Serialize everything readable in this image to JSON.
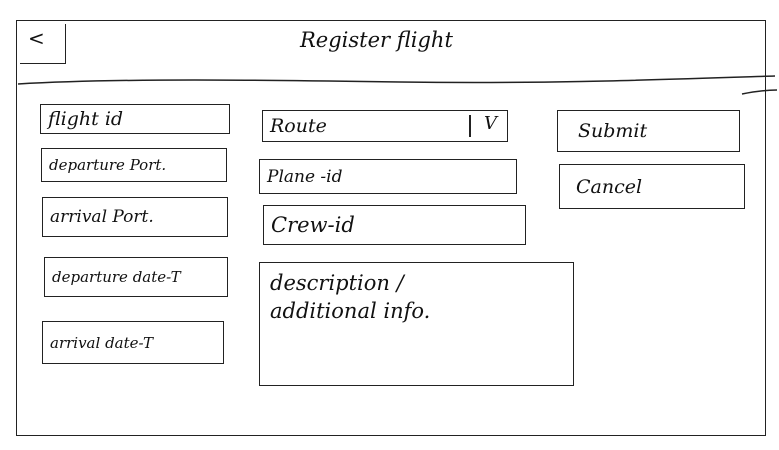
{
  "window": {
    "title": "Register flight",
    "back_label": "<"
  },
  "form": {
    "left_fields": {
      "flight_id": "flight id",
      "departure_port": "departure Port.",
      "arrival_port": "arrival Port.",
      "departure_date": "departure date-T",
      "arrival_date": "arrival date-T"
    },
    "route": {
      "value": "Route",
      "toggle": "V"
    },
    "plane_id": "Plane -id",
    "crew_id": "Crew-id",
    "description": {
      "line1": "description /",
      "line2": "additional info."
    }
  },
  "actions": {
    "submit_label": "Submit",
    "cancel_label": "Cancel"
  },
  "icons": {
    "back": "back-arrow-icon",
    "dropdown": "chevron-down-icon"
  }
}
